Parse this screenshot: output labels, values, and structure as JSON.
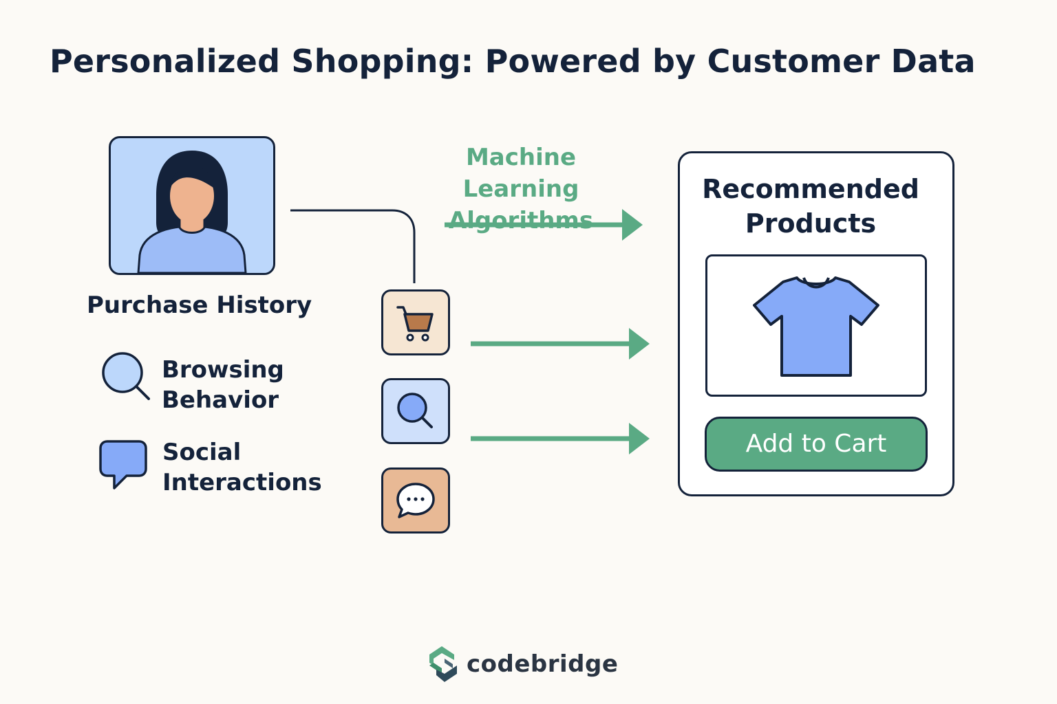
{
  "title": "Personalized Shopping: Powered by Customer Data",
  "sources": {
    "purchase_history": "Purchase History",
    "browsing_behavior": "Browsing Behavior",
    "social_interactions": "Social Interactions"
  },
  "process": {
    "label": "Machine Learning Algorithms"
  },
  "recommendation": {
    "title": "Recommended Products",
    "button_label": "Add to Cart"
  },
  "brand": {
    "name": "codebridge"
  },
  "colors": {
    "accent_green": "#5aaa84",
    "dark_navy": "#14223a",
    "light_blue": "#bcd7fb",
    "product_blue": "#86aaf8",
    "peach": "#e8b995",
    "background": "#fcfaf6"
  },
  "icons": [
    "person-avatar-icon",
    "magnifier-icon",
    "speech-bubble-icon",
    "shopping-cart-icon",
    "search-icon",
    "chat-bubble-icon",
    "arrow-right-icon",
    "t-shirt-icon",
    "codebridge-logo-icon"
  ]
}
